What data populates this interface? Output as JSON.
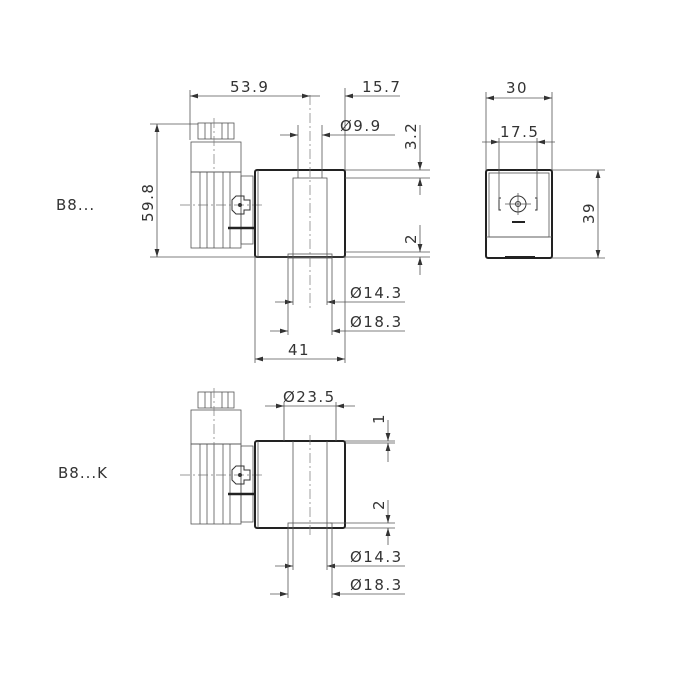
{
  "drawing": {
    "models": {
      "b8": "B8...",
      "b8k": "B8...K"
    },
    "top_view": {
      "dim_53_9": "53.9",
      "dim_15_7": "15.7",
      "dim_dia_9_9": "Ø9.9",
      "dim_3_2": "3.2",
      "dim_59_8": "59.8",
      "dim_2": "2",
      "dim_dia_14_3": "Ø14.3",
      "dim_dia_18_3": "Ø18.3",
      "dim_41": "41"
    },
    "side_view": {
      "dim_30": "30",
      "dim_17_5": "17.5",
      "dim_39": "39"
    },
    "bottom_view": {
      "dim_dia_23_5": "Ø23.5",
      "dim_1": "1",
      "dim_2": "2",
      "dim_dia_14_3": "Ø14.3",
      "dim_dia_18_3": "Ø18.3"
    },
    "colors": {
      "line": "#333333",
      "background": "#ffffff"
    }
  }
}
